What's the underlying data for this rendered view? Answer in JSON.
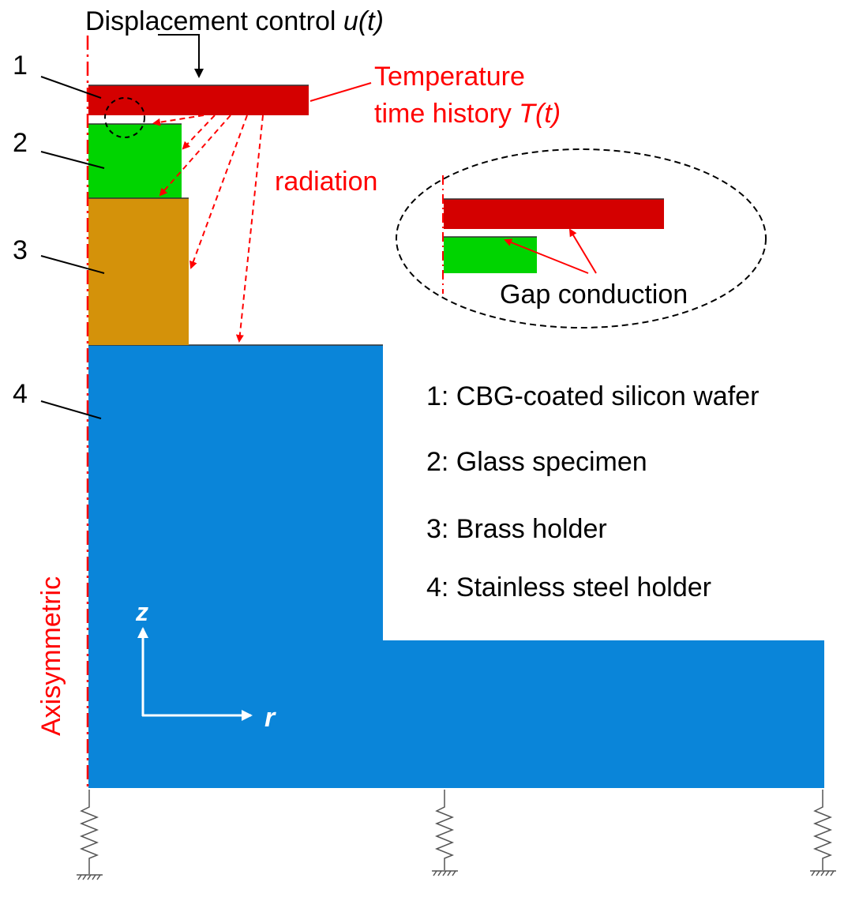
{
  "header": {
    "displacement_prefix": "Displacement control ",
    "displacement_var": "u(t)"
  },
  "annotations": {
    "temperature_line1": "Temperature",
    "temperature_line2_prefix": "time history ",
    "temperature_line2_var": "T(t)",
    "radiation": "radiation",
    "gap_conduction": "Gap conduction",
    "axisymmetric": "Axisymmetric"
  },
  "part_numbers": [
    "1",
    "2",
    "3",
    "4"
  ],
  "legend": [
    "1: CBG-coated silicon wafer",
    "2: Glass specimen",
    "3: Brass holder",
    "4: Stainless steel holder"
  ],
  "axes": {
    "z": "z",
    "r": "r"
  },
  "colors": {
    "wafer": "#d40000",
    "glass": "#00d400",
    "brass": "#d4920a",
    "steel": "#0a85d9",
    "annotation_red": "#ff0000"
  }
}
